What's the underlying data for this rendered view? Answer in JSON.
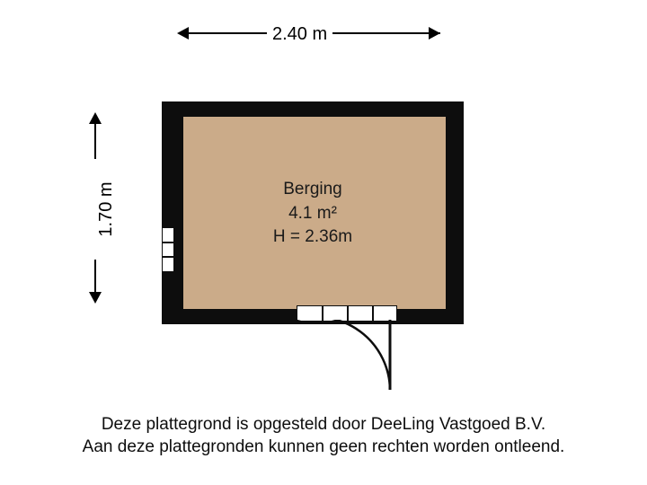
{
  "plan": {
    "room": {
      "name": "Berging",
      "area": "4.1 m²",
      "height": "H = 2.36m"
    },
    "dimensions": {
      "width_label": "2.40 m",
      "height_label": "1.70 m"
    },
    "colors": {
      "wall": "#0d0d0d",
      "floor": "#cbab89",
      "background": "#ffffff",
      "text": "#0d0d0d"
    }
  },
  "footer": {
    "line1": "Deze plattegrond is opgesteld door DeeLing Vastgoed B.V.",
    "line2": "Aan deze plattegronden kunnen geen rechten worden ontleend."
  }
}
